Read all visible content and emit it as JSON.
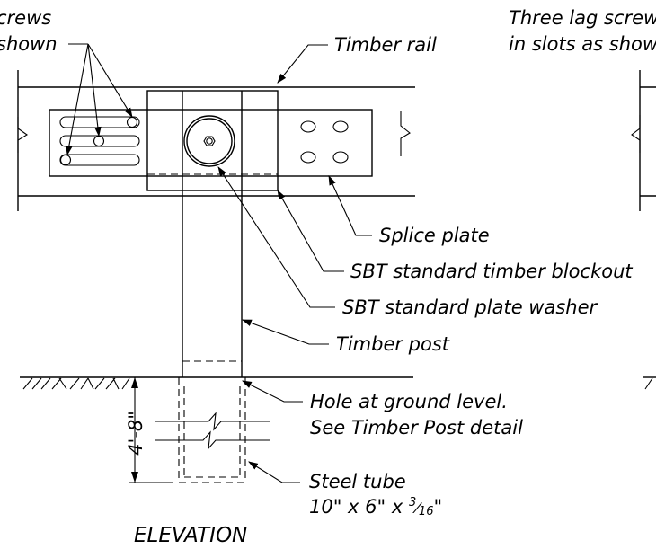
{
  "labels": {
    "lag_left_1": "crews",
    "lag_left_2": "shown",
    "lag_right_1": "Three lag screw",
    "lag_right_2": "in slots as show",
    "timber_rail": "Timber rail",
    "splice_plate": "Splice plate",
    "blockout": "SBT standard timber blockout",
    "plate_washer": "SBT standard plate washer",
    "timber_post": "Timber post",
    "hole_1": "Hole at ground level.",
    "hole_2": "See Timber Post detail",
    "steel_tube_1": "Steel tube",
    "steel_tube_2a": "10\" x 6\" x ",
    "steel_tube_frac_num": "3",
    "steel_tube_frac_den": "16",
    "steel_tube_2b": "\"",
    "dimension": "4'-8\"",
    "view_title": "ELEVATION"
  }
}
